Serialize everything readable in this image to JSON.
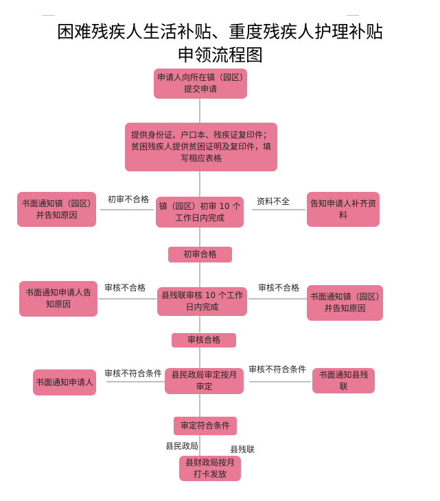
{
  "title": {
    "line1": "困难残疾人生活补贴、重度残疾人护理补贴",
    "line2": "申领流程图"
  },
  "nodes": {
    "apply": "申请人向所在镇（园区）提交申请",
    "materials": "提供身份证、户口本、残疾证复印件；贫困残疾人提供贫困证明及复印件，填写相应表格",
    "town_review": "镇（园区）初审 10 个工作日内完成",
    "town_reject_notice": "书面通知镇（园区）并告知原因",
    "supplement_notice": "告知申请人补齐资料",
    "initial_pass": "初审合格",
    "county_review": "县残联审核 10 个工作日内完成",
    "applicant_reject_notice": "书面通知申请人告知原因",
    "town_notice_reason": "书面通知镇（园区）并告知原因",
    "audit_pass": "审核合格",
    "civil_review": "县民政局审定按月审定",
    "notify_applicant": "书面通知申请人",
    "notify_disability_fed": "书面通知县残联",
    "meets_conditions": "审定符合条件",
    "finance_payment": "县财政局按月打卡发放"
  },
  "edges": {
    "initial_fail": "初审不合格",
    "incomplete": "资料不全",
    "audit_fail_left": "审核不合格",
    "audit_fail_right": "审核不合格",
    "not_meet_left": "审核不符合条件",
    "not_meet_right": "审核不符合条件",
    "civil_affairs": "县民政局",
    "disability_fed": "县残联"
  },
  "colors": {
    "node_fill": "#e87a96",
    "connector": "#bfbfbf"
  }
}
